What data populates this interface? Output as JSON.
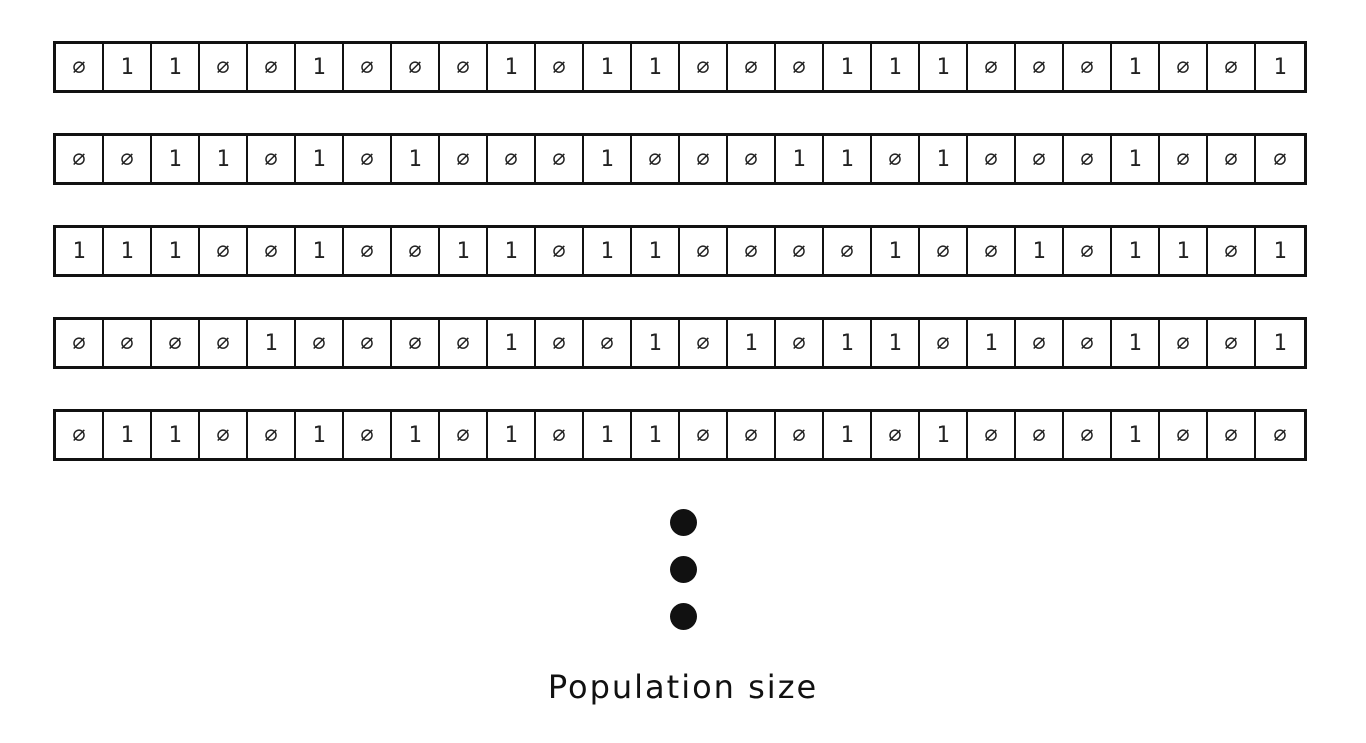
{
  "population": [
    [
      "0",
      "1",
      "1",
      "0",
      "0",
      "1",
      "0",
      "0",
      "0",
      "1",
      "0",
      "1",
      "1",
      "0",
      "0",
      "0",
      "1",
      "1",
      "1",
      "0",
      "0",
      "0",
      "1",
      "0",
      "0",
      "1"
    ],
    [
      "0",
      "0",
      "1",
      "1",
      "0",
      "1",
      "0",
      "1",
      "0",
      "0",
      "0",
      "1",
      "0",
      "0",
      "0",
      "1",
      "1",
      "0",
      "1",
      "0",
      "0",
      "0",
      "1",
      "0",
      "0",
      "0"
    ],
    [
      "1",
      "1",
      "1",
      "0",
      "0",
      "1",
      "0",
      "0",
      "1",
      "1",
      "0",
      "1",
      "1",
      "0",
      "0",
      "0",
      "0",
      "1",
      "0",
      "0",
      "1",
      "0",
      "1",
      "1",
      "0",
      "1"
    ],
    [
      "0",
      "0",
      "0",
      "0",
      "1",
      "0",
      "0",
      "0",
      "0",
      "1",
      "0",
      "0",
      "1",
      "0",
      "1",
      "0",
      "1",
      "1",
      "0",
      "1",
      "0",
      "0",
      "1",
      "0",
      "0",
      "1"
    ],
    [
      "0",
      "1",
      "1",
      "0",
      "0",
      "1",
      "0",
      "1",
      "0",
      "1",
      "0",
      "1",
      "1",
      "0",
      "0",
      "0",
      "1",
      "0",
      "1",
      "0",
      "0",
      "0",
      "1",
      "0",
      "0",
      "0"
    ]
  ],
  "ellipsis_count": 3,
  "caption": "Population size",
  "zero_glyph": "∅"
}
